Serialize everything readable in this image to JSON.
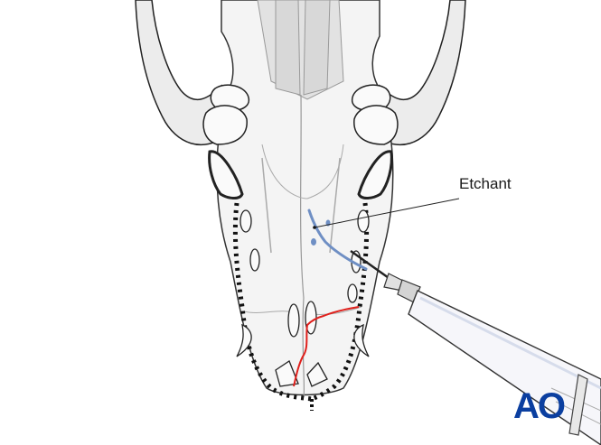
{
  "figure": {
    "subject": "Canine skull, ventral view of maxilla with fracture lines",
    "annotation": {
      "label": "Etchant"
    },
    "instrument": "syringe",
    "logo": {
      "text": "AO",
      "color": "#0b3fa0"
    },
    "colors": {
      "bone_fill": "#ececec",
      "bone_light": "#f6f6f6",
      "outline": "#1a1a1a",
      "fracture": "#e0201c",
      "etchant": "#6f8fc4",
      "wire": "#111111"
    }
  }
}
